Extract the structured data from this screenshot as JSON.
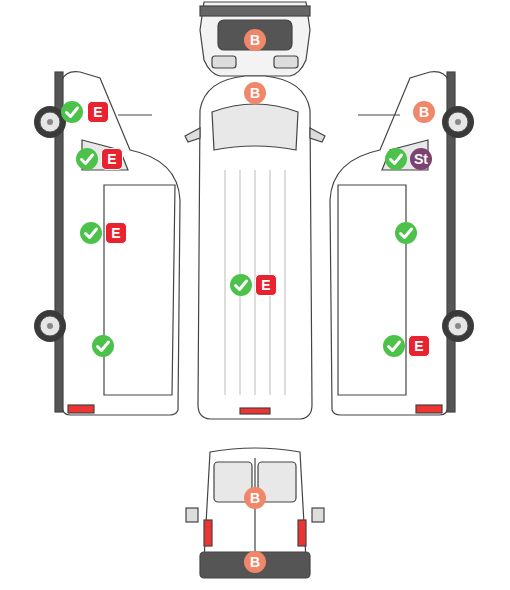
{
  "diagram": {
    "nodes": [
      {
        "text": [
          "B"
        ]
      },
      {
        "text": [
          "B"
        ]
      },
      {
        "text": [
          "E"
        ]
      },
      {
        "text": [
          "B"
        ]
      },
      {
        "text": [
          "E"
        ]
      },
      {
        "text": [
          "St"
        ]
      },
      {
        "text": [
          "E"
        ]
      },
      {
        "text": [
          "E"
        ]
      },
      {
        "text": [
          "E"
        ]
      },
      {
        "text": [
          "B"
        ]
      },
      {
        "text": [
          "B"
        ]
      }
    ]
  }
}
